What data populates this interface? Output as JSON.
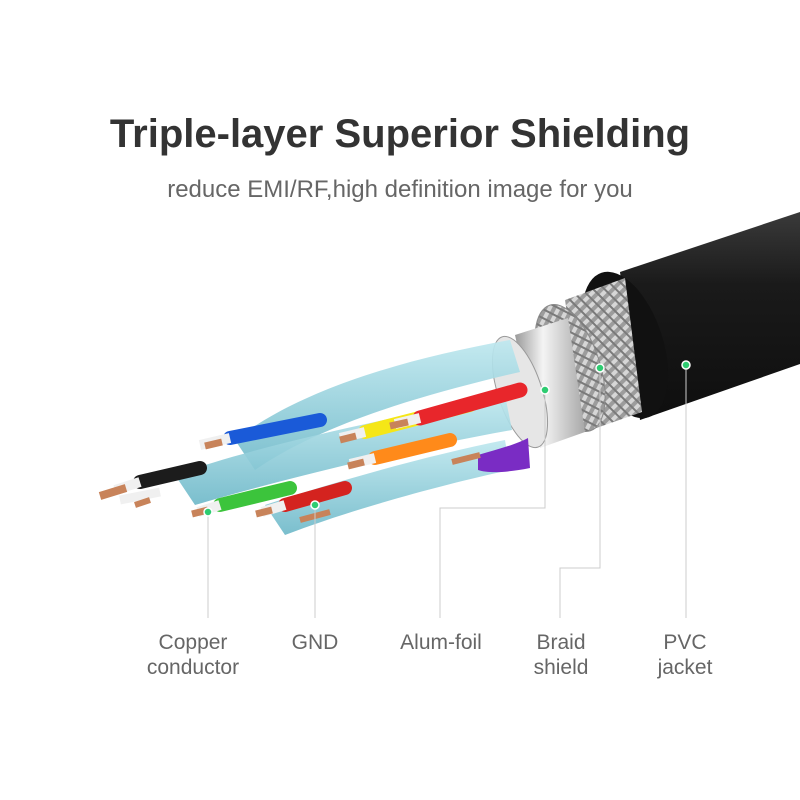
{
  "header": {
    "title": "Triple-layer Superior Shielding",
    "subtitle": "reduce EMI/RF,high definition image for you"
  },
  "layers": [
    {
      "id": "copper",
      "line1": "Copper",
      "line2": "conductor"
    },
    {
      "id": "gnd",
      "line1": "GND",
      "line2": ""
    },
    {
      "id": "foil",
      "line1": "Alum-foil",
      "line2": ""
    },
    {
      "id": "braid",
      "line1": "Braid",
      "line2": "shield"
    },
    {
      "id": "pvc",
      "line1": "PVC",
      "line2": "jacket"
    }
  ],
  "colors": {
    "jacket": "#1c1c1c",
    "braid": "#b8b8b8",
    "foil": "#d8d8d8",
    "shield_tape": "#8fd0dc",
    "copper": "#c8835a",
    "marker": "#2ecc71",
    "leader": "#cccccc"
  },
  "wire_colors": [
    "#1a5ad8",
    "#f5e617",
    "#e8262b",
    "#ff8a1a",
    "#1c1c1c",
    "#3cc43c",
    "#d4231f",
    "#7a2cc4"
  ]
}
